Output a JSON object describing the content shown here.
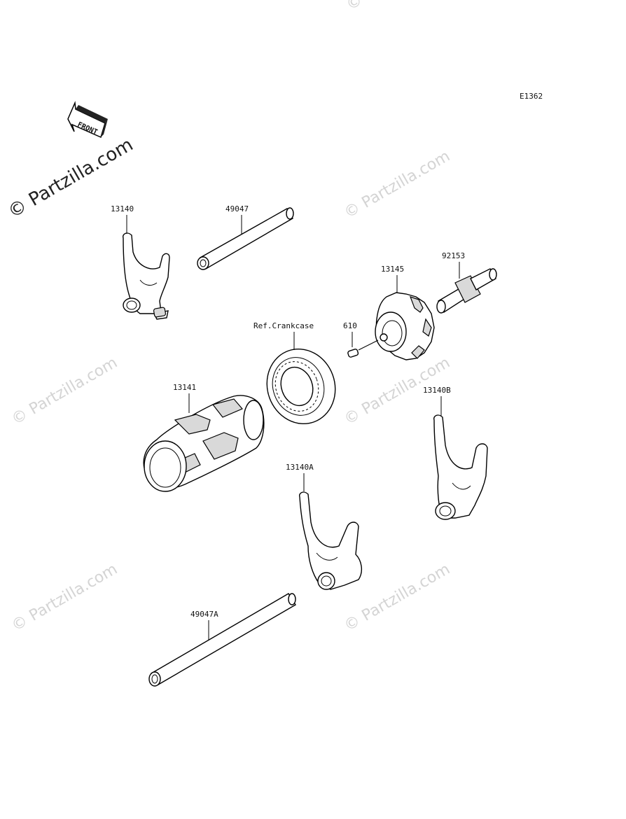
{
  "diagram": {
    "code": "E1362",
    "front_label": "FRONT",
    "watermark": "© Partzilla.com",
    "parts": [
      {
        "id": "13140",
        "label": "13140"
      },
      {
        "id": "49047",
        "label": "49047"
      },
      {
        "id": "92153",
        "label": "92153"
      },
      {
        "id": "13145",
        "label": "13145"
      },
      {
        "id": "ref-crankcase",
        "label": "Ref.Crankcase"
      },
      {
        "id": "610",
        "label": "610"
      },
      {
        "id": "13141",
        "label": "13141"
      },
      {
        "id": "13140B",
        "label": "13140B"
      },
      {
        "id": "13140A",
        "label": "13140A"
      },
      {
        "id": "49047A",
        "label": "49047A"
      }
    ]
  }
}
